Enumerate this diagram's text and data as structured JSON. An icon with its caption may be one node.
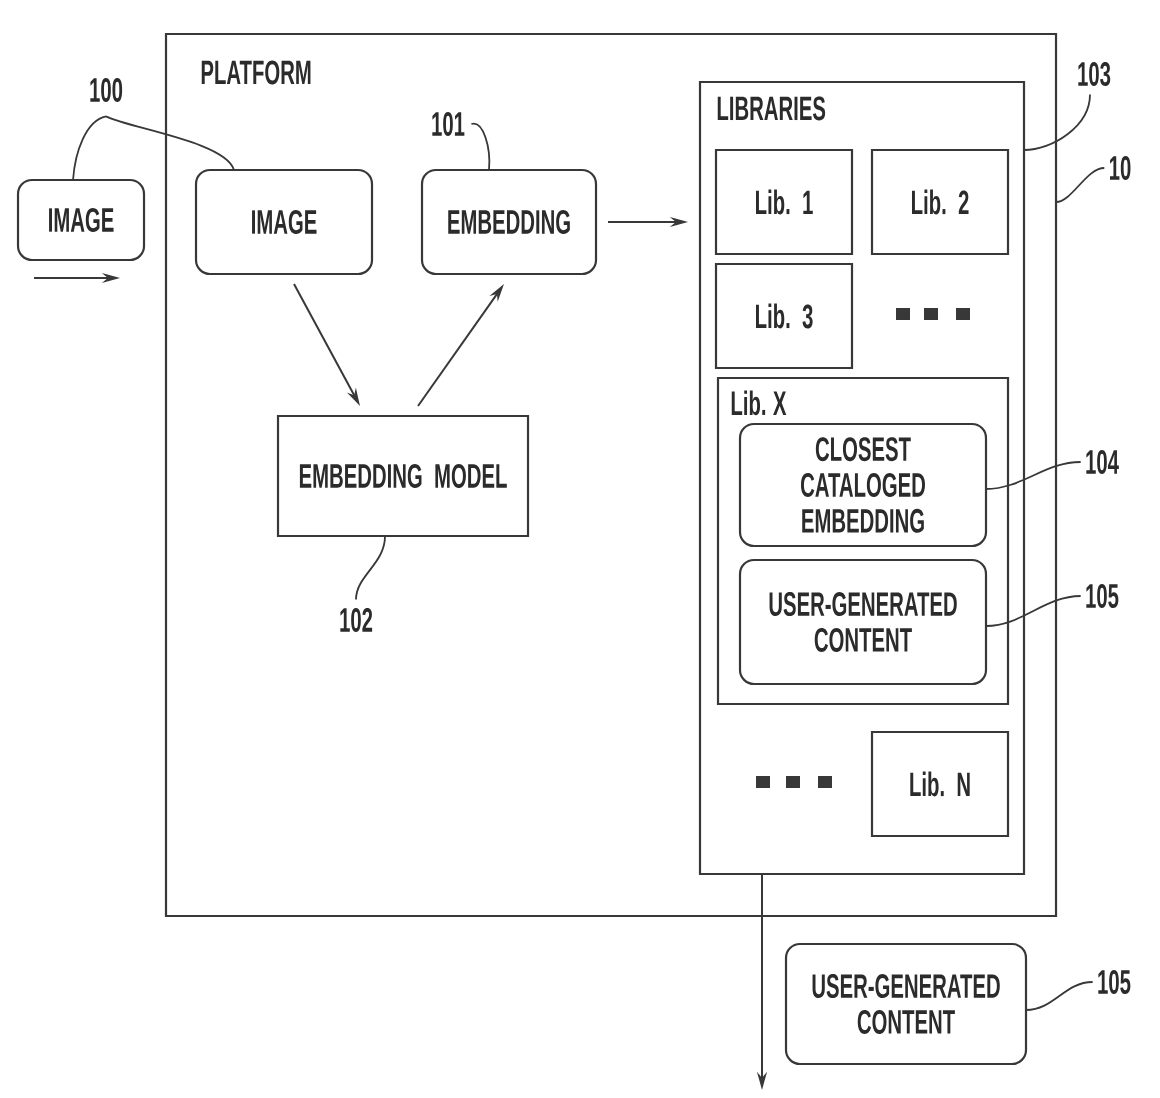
{
  "diagram": {
    "nodes": [
      {
        "text": [
          "IMAGE"
        ]
      },
      {
        "text": [
          "PLATFORM"
        ]
      },
      {
        "text": [
          "IMAGE"
        ],
        "in": 1
      },
      {
        "text": [
          "EMBEDDING"
        ],
        "in": 1
      },
      {
        "text": [
          "EMBEDDING MODEL"
        ],
        "in": 1
      },
      {
        "text": [
          "LIBRARIES"
        ],
        "in": 1
      },
      {
        "text": [
          "Lib. 1"
        ],
        "in": 5
      },
      {
        "text": [
          "Lib. 2"
        ],
        "in": 5
      },
      {
        "text": [
          "Lib. 3"
        ],
        "in": 5
      },
      {
        "text": [
          "Lib. X"
        ],
        "in": 5
      },
      {
        "text": [
          "CLOSEST CATALOGED EMBEDDING"
        ],
        "in": 9
      },
      {
        "text": [
          "USER-GENERATED CONTENT"
        ],
        "in": 9
      },
      {
        "text": [
          "Lib. N"
        ],
        "in": 5
      },
      {
        "text": [
          "USER-GENERATED CONTENT"
        ]
      },
      {
        "text": [
          "100"
        ]
      },
      {
        "text": [
          "101"
        ],
        "in": 1
      },
      {
        "text": [
          "102"
        ],
        "in": 1
      },
      {
        "text": [
          "103"
        ]
      },
      {
        "text": [
          "10"
        ]
      },
      {
        "text": [
          "104"
        ]
      },
      {
        "text": [
          "105"
        ]
      },
      {
        "text": [
          "105"
        ]
      }
    ],
    "edges": [
      {
        "from": 2,
        "to": 4,
        "arrow": "to"
      },
      {
        "from": 4,
        "to": 3,
        "arrow": "to"
      },
      {
        "from": 3,
        "to": 5,
        "arrow": "to"
      },
      {
        "from": 5,
        "to": null,
        "arrow": "to"
      },
      {
        "from": 14,
        "to": 0,
        "arrow": "none"
      },
      {
        "from": 14,
        "to": 2,
        "arrow": "none"
      },
      {
        "from": 15,
        "to": 3,
        "arrow": "none"
      },
      {
        "from": 16,
        "to": 4,
        "arrow": "none"
      },
      {
        "from": 17,
        "to": 5,
        "arrow": "none"
      },
      {
        "from": 18,
        "to": 1,
        "arrow": "none"
      },
      {
        "from": 19,
        "to": 10,
        "arrow": "none"
      },
      {
        "from": 20,
        "to": 11,
        "arrow": "none"
      },
      {
        "from": 21,
        "to": 13,
        "arrow": "none"
      }
    ]
  }
}
